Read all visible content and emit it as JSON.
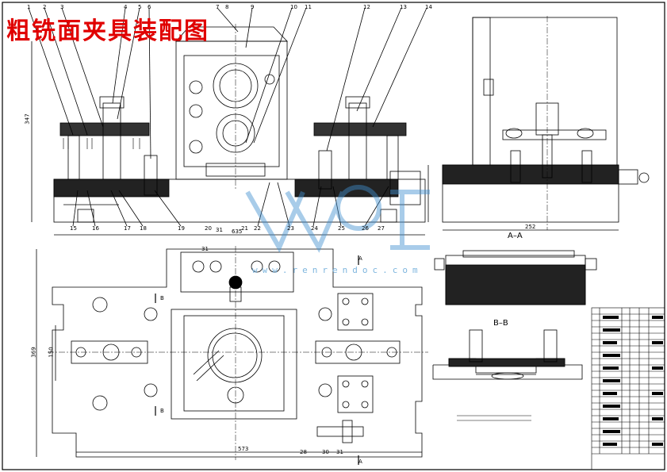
{
  "drawing": {
    "title": "粗铣面夹具装配图",
    "section_aa": "A–A",
    "section_bb": "B–B",
    "watermark_url": "www.renrendoc.com",
    "part_numbers_top": [
      "1",
      "2",
      "3",
      "4",
      "5",
      "6",
      "7",
      "8",
      "9",
      "10",
      "11",
      "12",
      "13",
      "14"
    ],
    "part_numbers_bottom": [
      "15",
      "16",
      "17",
      "18",
      "19",
      "20",
      "21",
      "22",
      "23",
      "24",
      "25",
      "26",
      "27"
    ],
    "part_numbers_plan": [
      "31",
      "31",
      "28",
      "30",
      "31"
    ],
    "dimensions": {
      "front_width": "635",
      "side_width": "252",
      "plan_width": "573",
      "plan_height": "369",
      "front_height": "347",
      "plan_sub_height": "150"
    },
    "section_marks": [
      "A",
      "A",
      "B",
      "B"
    ]
  },
  "colors": {
    "title": "#e00000",
    "watermark": "#3f8fd0",
    "line": "#000000"
  }
}
